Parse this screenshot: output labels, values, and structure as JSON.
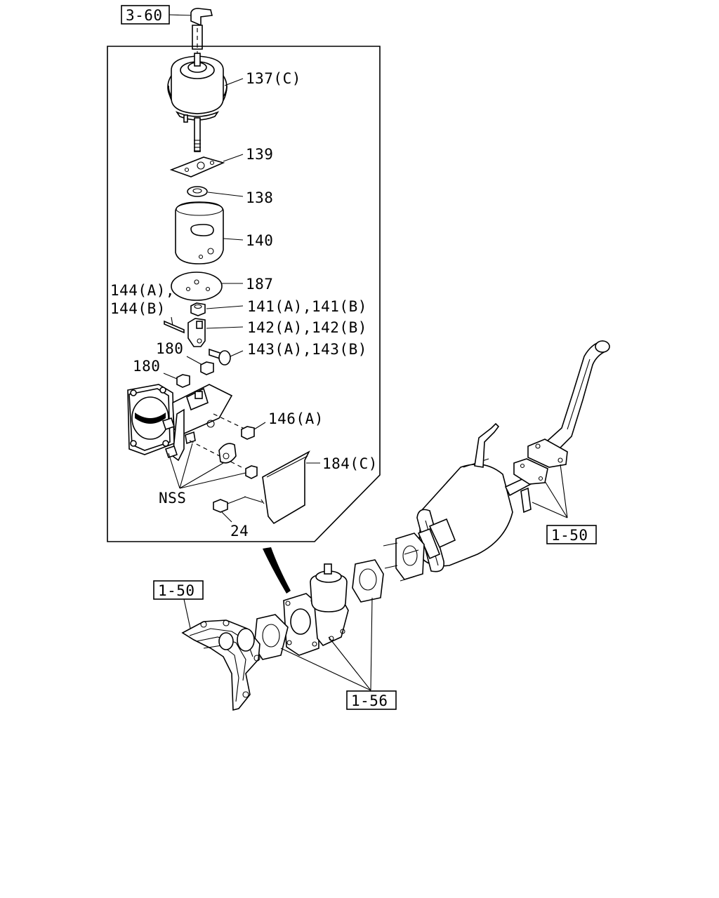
{
  "refs": {
    "ref_3_60": "3-60",
    "ref_1_50_right": "1-50",
    "ref_1_50_left": "1-50",
    "ref_1_56": "1-56"
  },
  "labels": {
    "l137": "137(C)",
    "l139": "139",
    "l138": "138",
    "l140": "140",
    "l187": "187",
    "l144a": "144(A),",
    "l144b": "144(B)",
    "l141": "141(A),141(B)",
    "l142": "142(A),142(B)",
    "l180a": "180",
    "l143": "143(A),143(B)",
    "l180b": "180",
    "l146": "146(A)",
    "l184": "184(C)",
    "lnss": "NSS",
    "l24": "24"
  }
}
